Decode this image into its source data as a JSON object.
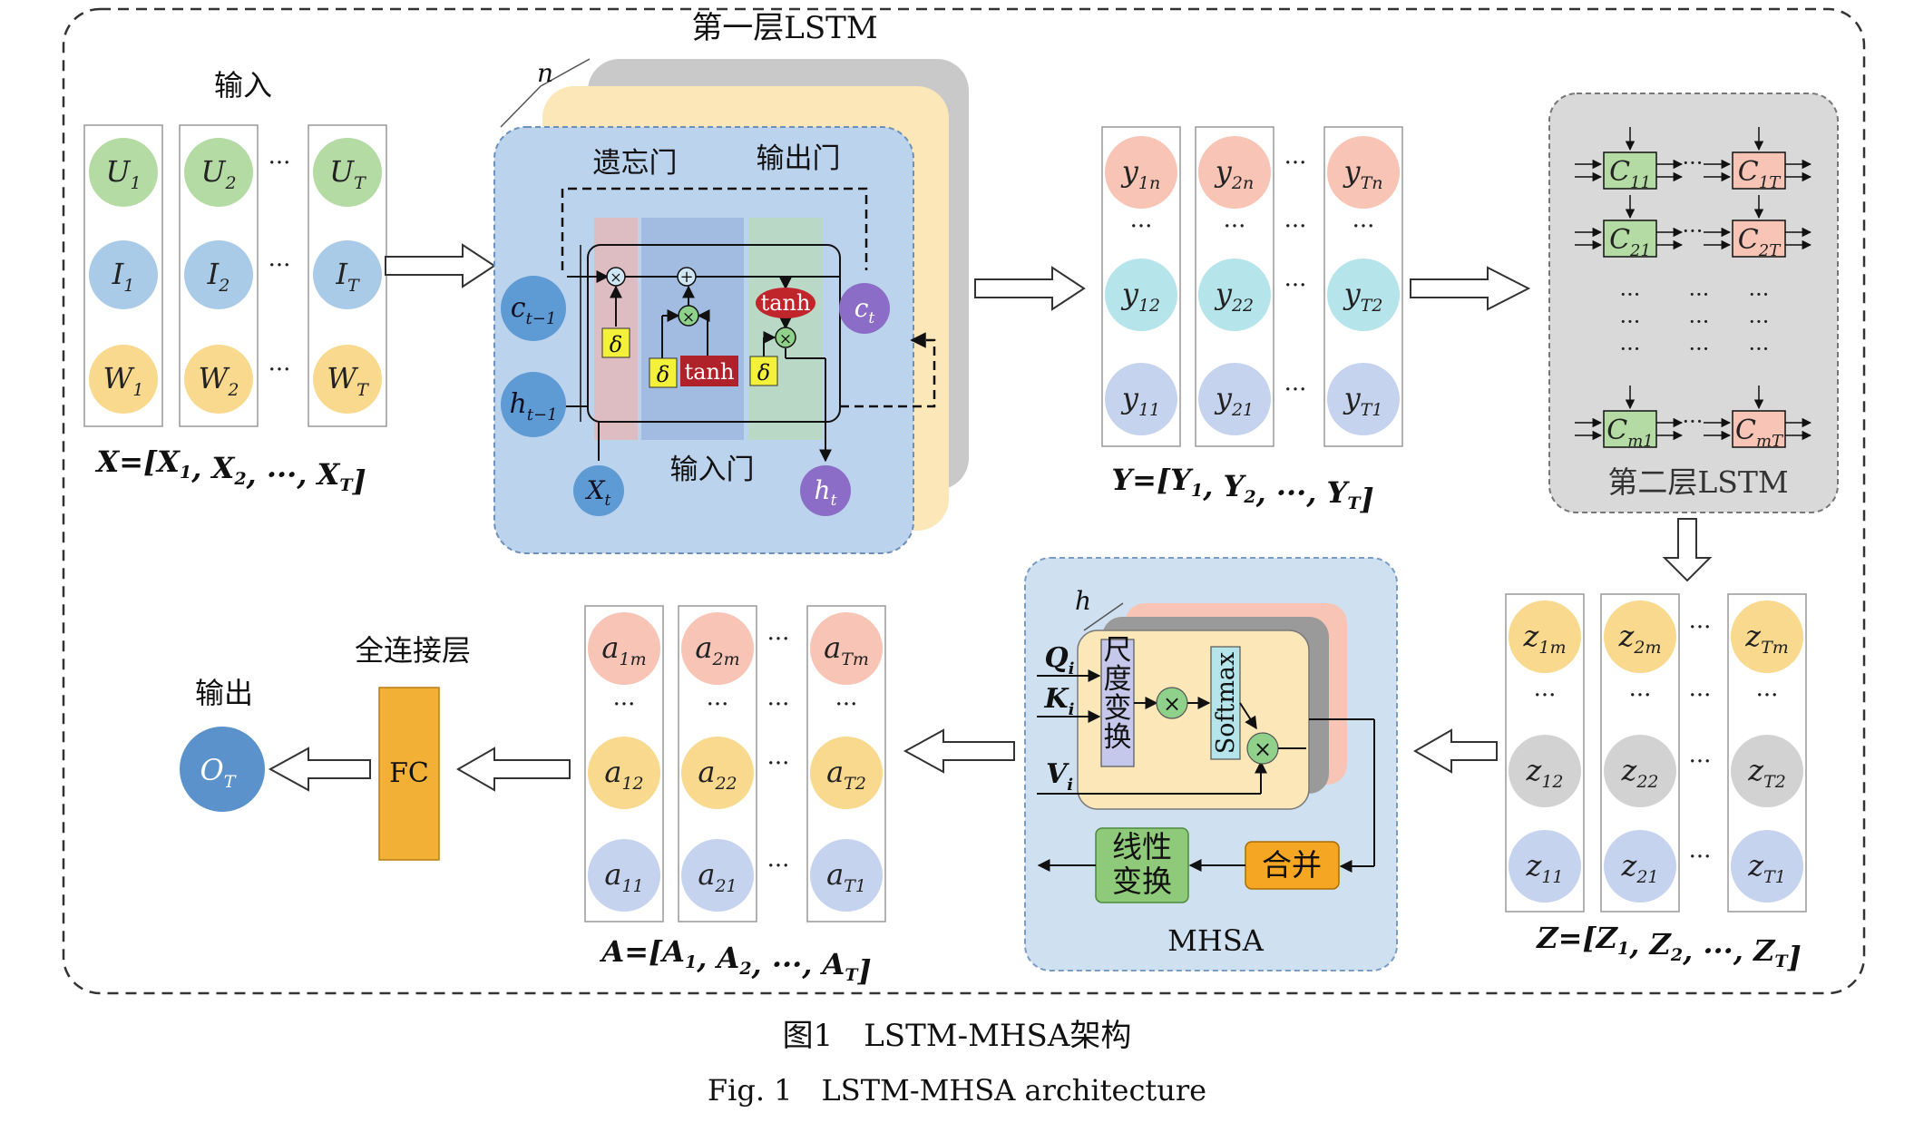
{
  "colors": {
    "green": "#b5dba4",
    "blue": "#a9cbe8",
    "yellow": "#f8d98e",
    "pink": "#f7c4b5",
    "cyan": "#b5e4ea",
    "lav": "#c5d3ee",
    "grey": "#d2d2d2",
    "outBlue": "#5b92cc",
    "fc": "#f2b136",
    "merge": "#f5a623",
    "lin": "#8fc97a",
    "tanh": "#c0252c",
    "delta": "#f4f13a",
    "panelBlue": "#cfe0f1",
    "panelGrey": "#d9d9d9",
    "lstmBack": "#c9c9c9",
    "lstmMid": "#fbe7b8",
    "lstmFront": "#bcd3ee",
    "cellPurple": "#8b6cc6",
    "cBlue": "#5e9ad3"
  },
  "title_layer1": "第一层LSTM",
  "layer_count_n": "n",
  "head_count_h": "h",
  "labels": {
    "input": "输入",
    "forget_gate": "遗忘门",
    "output_gate": "输出门",
    "input_gate": "输入门",
    "layer2": "第二层LSTM",
    "mhsa": "MHSA",
    "fc_layer": "全连接层",
    "output": "输出",
    "fc": "FC",
    "scale": "尺度变换",
    "softmax": "Softmax",
    "merge": "合并",
    "linear": "线性变换",
    "tanh": "tanh",
    "delta": "δ",
    "times": "×",
    "plus": "+",
    "dots": "···"
  },
  "input_columns": [
    {
      "u": "U",
      "us": "1",
      "i": "I",
      "is": "1",
      "w": "W",
      "ws": "1"
    },
    {
      "u": "U",
      "us": "2",
      "i": "I",
      "is": "2",
      "w": "W",
      "ws": "2"
    },
    {
      "u": "U",
      "us": "T",
      "i": "I",
      "is": "T",
      "w": "W",
      "ws": "T"
    }
  ],
  "x_formula": "X=[X1, X2, ···, XT]",
  "y_columns": [
    {
      "top": "1n",
      "mid": "12",
      "bot": "11"
    },
    {
      "top": "2n",
      "mid": "22",
      "bot": "21"
    },
    {
      "top": "Tn",
      "mid": "T2",
      "bot": "T1"
    }
  ],
  "y_formula": "Y=[Y1, Y2, ···, YT]",
  "z_columns": [
    {
      "top": "1m",
      "mid": "12",
      "bot": "11"
    },
    {
      "top": "2m",
      "mid": "22",
      "bot": "21"
    },
    {
      "top": "Tm",
      "mid": "T2",
      "bot": "T1"
    }
  ],
  "z_formula": "Z=[Z1, Z2, ···, ZT]",
  "a_columns": [
    {
      "top": "1m",
      "mid": "12",
      "bot": "11"
    },
    {
      "top": "2m",
      "mid": "22",
      "bot": "21"
    },
    {
      "top": "Tm",
      "mid": "T2",
      "bot": "T1"
    }
  ],
  "a_formula": "A=[A1, A2, ···, AT]",
  "cells": [
    {
      "l": "C",
      "s": "11"
    },
    {
      "l": "C",
      "s": "1T"
    },
    {
      "l": "C",
      "s": "21"
    },
    {
      "l": "C",
      "s": "2T"
    },
    {
      "l": "C",
      "s": "m1"
    },
    {
      "l": "C",
      "s": "mT"
    }
  ],
  "lstm_nodes": {
    "c_prev": {
      "l": "c",
      "s": "t−1"
    },
    "h_prev": {
      "l": "h",
      "s": "t−1"
    },
    "c_t": {
      "l": "c",
      "s": "t"
    },
    "h_t": {
      "l": "h",
      "s": "t"
    },
    "x_t": {
      "l": "X",
      "s": "t"
    }
  },
  "qkv": [
    {
      "l": "Q",
      "s": "i"
    },
    {
      "l": "K",
      "s": "i"
    },
    {
      "l": "V",
      "s": "i"
    }
  ],
  "output_node": {
    "l": "O",
    "s": "T"
  },
  "caption_zh": "图1　LSTM-MHSA架构",
  "caption_en": "Fig. 1　LSTM-MHSA architecture"
}
